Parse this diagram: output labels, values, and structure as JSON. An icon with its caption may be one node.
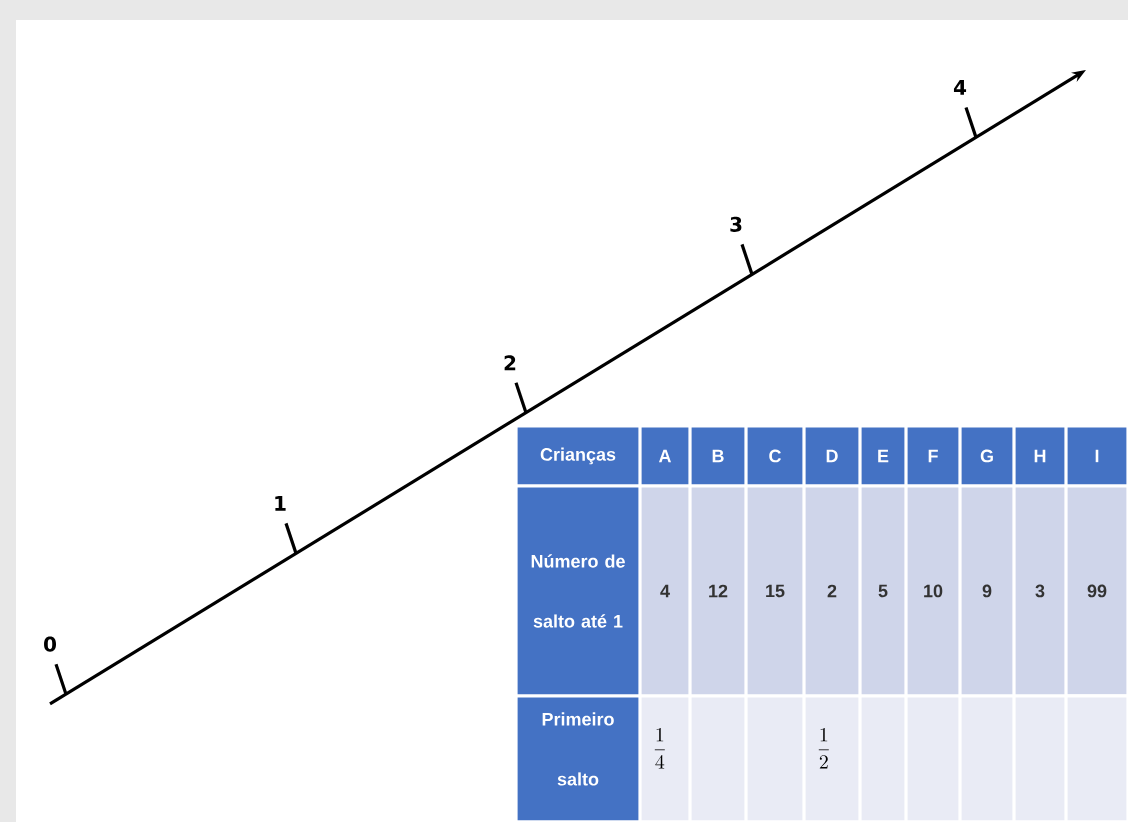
{
  "diagram": {
    "labels": [
      "0",
      "1",
      "2",
      "3",
      "4",
      "Crianças",
      "A",
      "B",
      "C",
      "D",
      "E",
      "F",
      "G",
      "H",
      "I",
      "Número de salto até 1",
      "4",
      "12",
      "15",
      "2",
      "5",
      "10",
      "9",
      "3",
      "99",
      "Primeiro salto",
      "\\frac{1}{4}",
      "\\frac{1}{2}"
    ]
  }
}
